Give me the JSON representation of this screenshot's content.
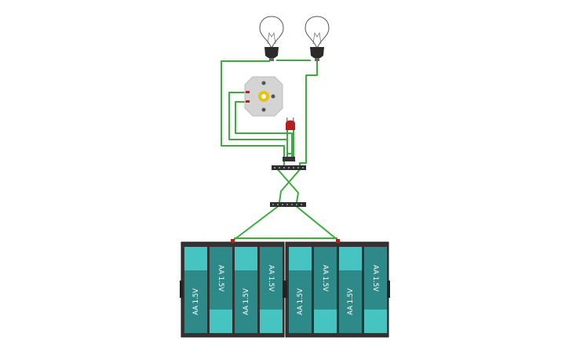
{
  "circuit": {
    "battery_packs": [
      {
        "cells": [
          {
            "label": "AA 1.5V",
            "flipped": false
          },
          {
            "label": "AA 1.5V",
            "flipped": true
          },
          {
            "label": "AA 1.5V",
            "flipped": false
          },
          {
            "label": "AA 1.5V",
            "flipped": true
          }
        ]
      },
      {
        "cells": [
          {
            "label": "AA 1.5V",
            "flipped": false
          },
          {
            "label": "AA 1.5V",
            "flipped": true
          },
          {
            "label": "AA 1.5V",
            "flipped": false
          },
          {
            "label": "AA 1.5V",
            "flipped": true
          }
        ]
      }
    ],
    "colors": {
      "wire": "#3dab3d",
      "cell_dark": "#2e8a88",
      "cell_light": "#46c4c2",
      "holder": "#333333",
      "bulb_base": "#2b2b2b",
      "led": "#b31f1f",
      "motor_body": "#d4d4d4",
      "motor_hub": "#e8c400"
    }
  }
}
